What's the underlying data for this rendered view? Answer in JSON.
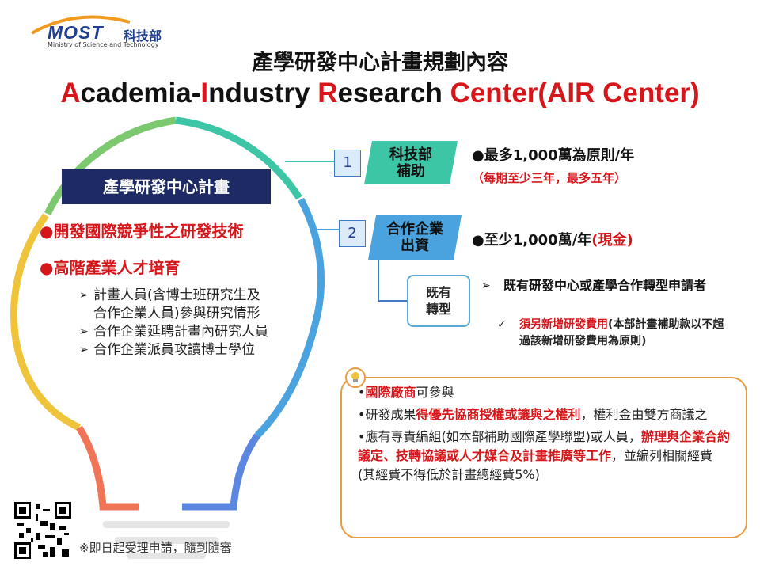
{
  "logo": {
    "word": "MOST",
    "chinese": "科技部",
    "english": "Ministry of Science and Technology"
  },
  "title": {
    "chinese": "產學研發中心計畫規劃內容",
    "english_parts": [
      {
        "text": "A",
        "red": true
      },
      {
        "text": "cademia-",
        "red": false
      },
      {
        "text": "I",
        "red": true
      },
      {
        "text": "ndustry ",
        "red": false
      },
      {
        "text": "R",
        "red": true
      },
      {
        "text": "esearch ",
        "red": false
      },
      {
        "text": "Center(AIR Center)",
        "red": true
      }
    ]
  },
  "program": {
    "title": "產學研發中心計畫"
  },
  "goals": [
    {
      "bullet": "●",
      "text": "開發國際競爭性之研發技術"
    },
    {
      "bullet": "●",
      "text": "高階產業人才培育"
    }
  ],
  "personnel_items": [
    "計畫人員(含博士班研究生及合作企業人員)參與研究情形",
    "合作企業延聘計畫內研究人員",
    "合作企業派員攻讀博士學位"
  ],
  "funding": [
    {
      "number": "1",
      "label_line1": "科技部",
      "label_line2": "補助",
      "main": "●最多1,000萬為原則/年",
      "note": "（每期至少三年，最多五年）"
    },
    {
      "number": "2",
      "label_line1": "合作企業",
      "label_line2": "出資",
      "main": "●至少1,000萬/年",
      "main_red": "(現金)"
    }
  ],
  "transform": {
    "label_line1": "既有",
    "label_line2": "轉型",
    "arrow": "➢",
    "item": "既有研發中心或產學合作轉型申請者",
    "check": "✓",
    "sub_red": "須另新增研發費用",
    "sub_rest": "(本部計畫補助款以不超過該新增研發費用為原則)"
  },
  "notes": {
    "icon": "lightbulb-icon",
    "items": [
      {
        "parts": [
          {
            "t": "國際廠商",
            "red": true
          },
          {
            "t": "可參與",
            "red": false
          }
        ]
      },
      {
        "parts": [
          {
            "t": "研發成果",
            "red": false
          },
          {
            "t": "得優先協商授權或讓與之權利",
            "red": true
          },
          {
            "t": "，權利金由雙方商議之",
            "red": false
          }
        ]
      },
      {
        "parts": [
          {
            "t": "應有專責編組(如本部補助國際產學聯盟)或人員，",
            "red": false
          },
          {
            "t": "辦理與企業合約議定、技轉協議或人才媒合及計畫推廣等工作",
            "red": true
          },
          {
            "t": "，並編列相關經費(其經費不得低於計畫總經費5%)",
            "red": false
          }
        ]
      }
    ]
  },
  "footer": {
    "text": "※即日起受理申請，隨到隨審"
  },
  "colors": {
    "red": "#d5171c",
    "navy": "#1d2a63",
    "teal": "#3cc6a6",
    "blue": "#4aa3df",
    "orange": "#e69c42"
  }
}
